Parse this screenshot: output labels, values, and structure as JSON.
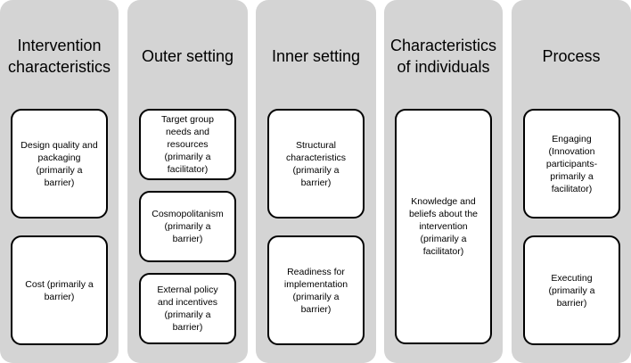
{
  "columns": [
    {
      "title": "Intervention\ncharacteristics",
      "boxes": [
        "Design quality and\npackaging\n(primarily a\nbarrier)",
        "Cost (primarily a\nbarrier)"
      ]
    },
    {
      "title": "Outer setting",
      "boxes": [
        "Target group\nneeds and\nresources\n(primarily a\nfacilitator)",
        "Cosmopolitanism\n(primarily a\nbarrier)",
        "External policy\nand incentives\n(primarily a\nbarrier)"
      ]
    },
    {
      "title": "Inner setting",
      "boxes": [
        "Structural\ncharacteristics\n(primarily a\nbarrier)",
        "Readiness for\nimplementation\n(primarily a\nbarrier)"
      ]
    },
    {
      "title": "Characteristics\nof individuals",
      "boxes": [
        "Knowledge and\nbeliefs about the\nintervention\n(primarily a\nfacilitator)"
      ]
    },
    {
      "title": "Process",
      "boxes": [
        "Engaging\n(Innovation\nparticipants-\nprimarily a\nfacilitator)",
        "Executing\n(primarily a\nbarrier)"
      ]
    }
  ]
}
